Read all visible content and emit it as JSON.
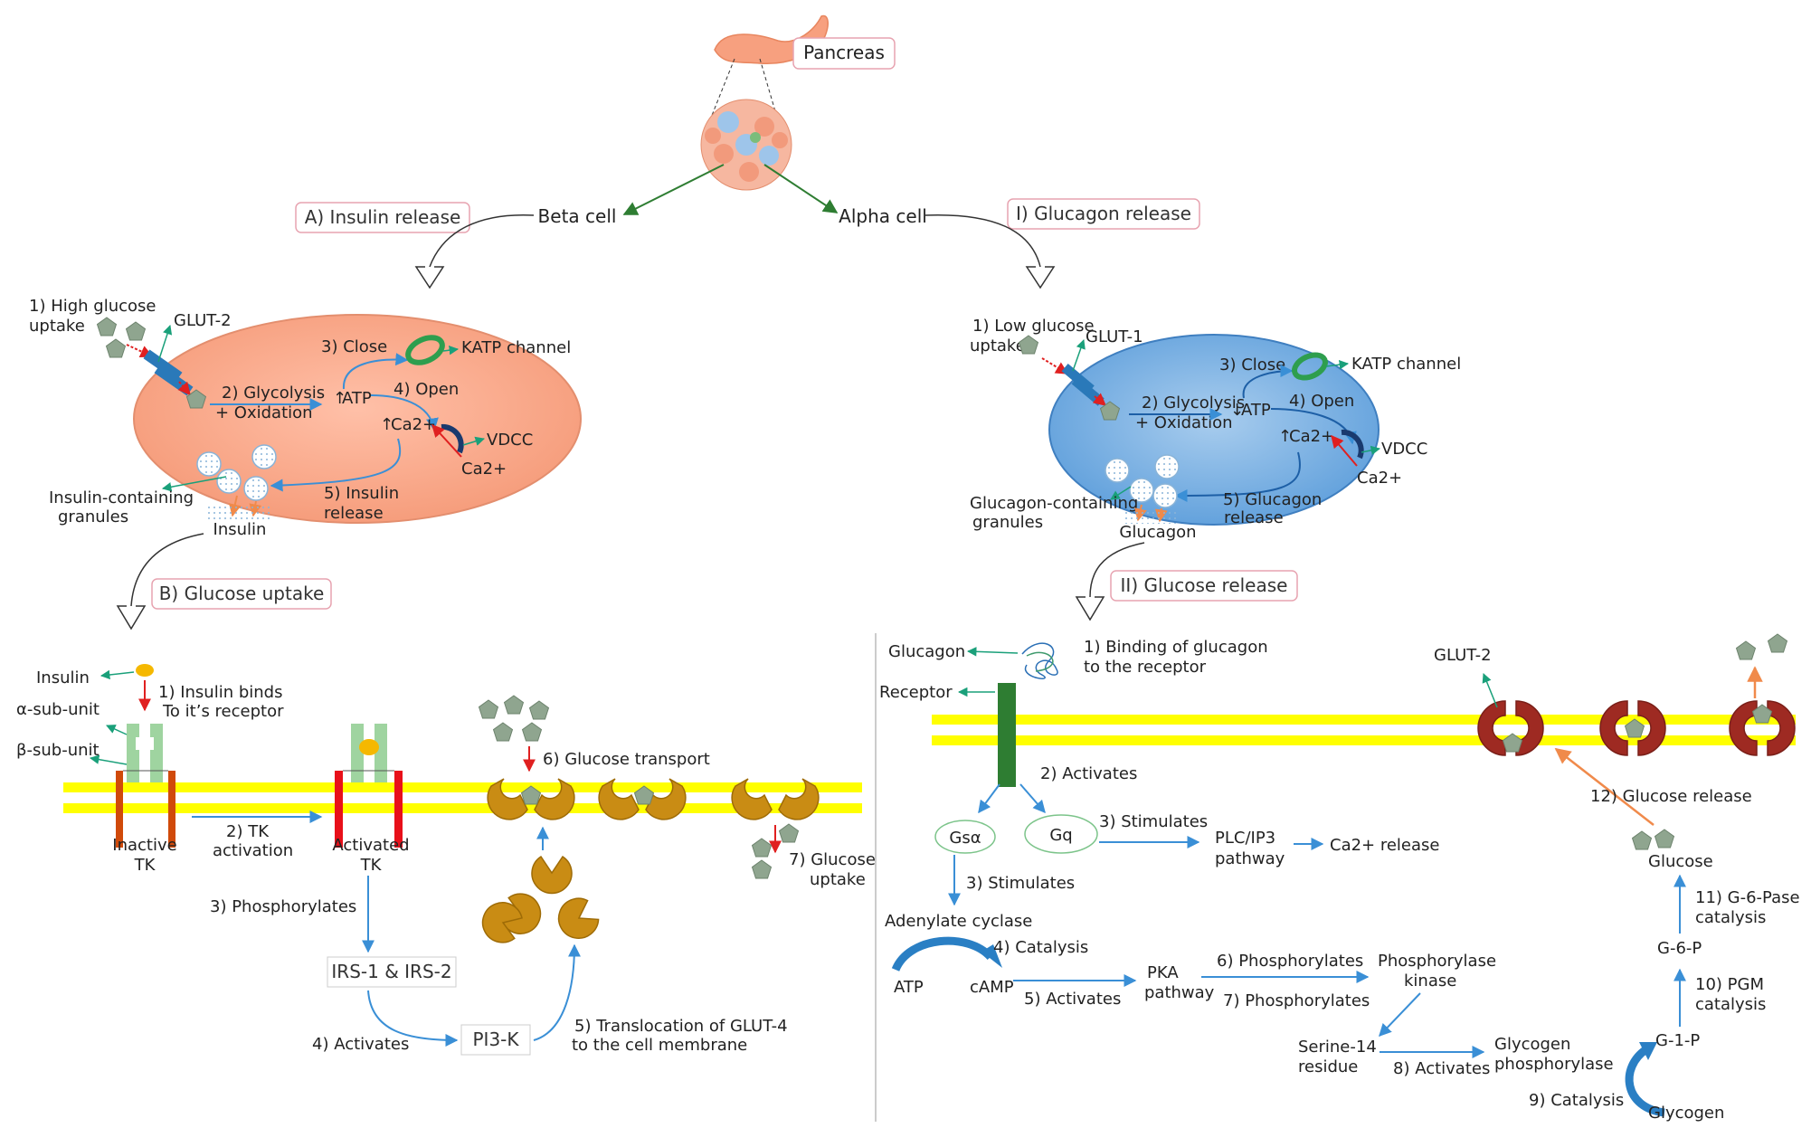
{
  "pancreas": "Pancreas",
  "beta_cell": "Beta cell",
  "alpha_cell": "Alpha cell",
  "section_a": "A) Insulin release",
  "section_b": "B) Glucose uptake",
  "section_i": "I) Glucagon release",
  "section_ii": "II) Glucose release",
  "insulin_release": {
    "step1_line1": "1) High glucose",
    "step1_line2": "uptake",
    "glut": "GLUT-2",
    "step3": "3) Close",
    "katp": "KATP channel",
    "step2_line1": "2) Glycolysis",
    "step2_line2": "+ Oxidation",
    "atp": "ATP",
    "step4": "4) Open",
    "ca_in": "Ca2+",
    "vdcc": "VDCC",
    "ca_out": "Ca2+",
    "granules_line1": "Insulin-containing",
    "granules_line2": "granules",
    "step5_line1": "5) Insulin",
    "step5_line2": "release",
    "hormone": "Insulin"
  },
  "glucagon_release": {
    "step1_line1": "1) Low glucose",
    "step1_line2": "uptake",
    "glut": "GLUT-1",
    "step3": "3) Close",
    "katp": "KATP channel",
    "step2_line1": "2) Glycolysis",
    "step2_line2": "+ Oxidation",
    "atp": "ATP",
    "step4": "4) Open",
    "ca_in": "Ca2+",
    "vdcc": "VDCC",
    "ca_out": "Ca2+",
    "granules_line1": "Glucagon-containing",
    "granules_line2": "granules",
    "step5_line1": "5) Glucagon",
    "step5_line2": "release",
    "hormone": "Glucagon"
  },
  "glucose_uptake": {
    "insulin": "Insulin",
    "alpha_sub": "α-sub-unit",
    "beta_sub": "β-sub-unit",
    "step1_line1": "1)  Insulin binds",
    "step1_line2": "To it’s receptor",
    "inactive_line1": "Inactive",
    "inactive_line2": "TK",
    "step2_line1": "2) TK",
    "step2_line2": "activation",
    "activated_line1": "Activated",
    "activated_line2": "TK",
    "step6": "6) Glucose transport",
    "step7_line1": "7) Glucose",
    "step7_line2": "uptake",
    "step3": "3) Phosphorylates",
    "irs": "IRS-1 & IRS-2",
    "step4": "4) Activates",
    "pi3k": "PI3-K",
    "step5_line1": "5) Translocation of GLUT-4",
    "step5_line2": "to the cell membrane"
  },
  "glucose_release": {
    "glucagon": "Glucagon",
    "receptor": "Receptor",
    "step1_line1": "1)  Binding of glucagon",
    "step1_line2": "to the receptor",
    "glut": "GLUT-2",
    "step2": "2) Activates",
    "gsa": "Gsα",
    "gq": "Gq",
    "step3_stim_a": "3) Stimulates",
    "plc_line1": "PLC/IP3",
    "plc_line2": "pathway",
    "ca_release": "Ca2+ release",
    "step3_stim_b": "3) Stimulates",
    "adenylate": "Adenylate cyclase",
    "step4": "4) Catalysis",
    "atp": "ATP",
    "camp": "cAMP",
    "step5": "5) Activates",
    "pka_line1": "PKA",
    "pka_line2": "pathway",
    "step6": "6) Phosphorylates",
    "step7": "7) Phosphorylates",
    "phk_line1": "Phosphorylase",
    "phk_line2": "kinase",
    "serine_line1": "Serine-14",
    "serine_line2": "residue",
    "step8": "8) Activates",
    "gp_line1": "Glycogen",
    "gp_line2": "phosphorylase",
    "step9": "9) Catalysis",
    "glycogen": "Glycogen",
    "g1p": "G-1-P",
    "step10_line1": "10) PGM",
    "step10_line2": "catalysis",
    "g6p": "G-6-P",
    "step11_line1": "11) G-6-Pase",
    "step11_line2": "catalysis",
    "glucose": "Glucose",
    "step12": "12) Glucose release"
  }
}
